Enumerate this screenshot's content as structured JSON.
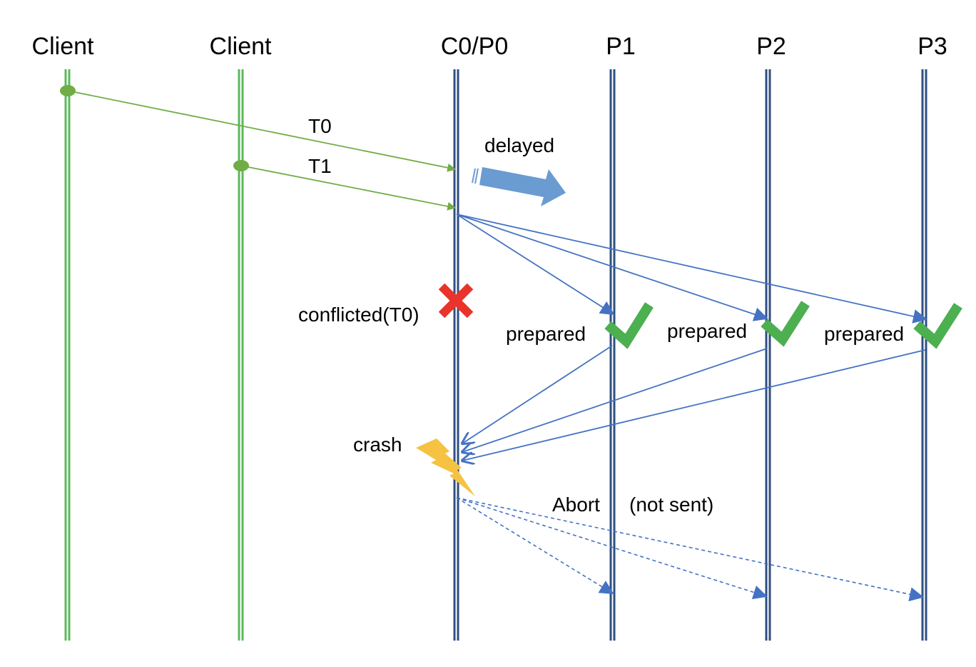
{
  "lanes": [
    {
      "label": "Client",
      "kind": "client"
    },
    {
      "label": "Client",
      "kind": "client"
    },
    {
      "label": "C0/P0",
      "kind": "participant"
    },
    {
      "label": "P1",
      "kind": "participant"
    },
    {
      "label": "P2",
      "kind": "participant"
    },
    {
      "label": "P3",
      "kind": "participant"
    }
  ],
  "labels": {
    "t0": "T0",
    "t1": "T1",
    "delayed": "delayed",
    "conflicted": "conflicted(T0)",
    "prepared_p1": "prepared",
    "prepared_p2": "prepared",
    "prepared_p3": "prepared",
    "crash": "crash",
    "abort": "Abort",
    "not_sent": "(not sent)"
  },
  "colors": {
    "client_lane": "#5cb85c",
    "participant_lane": "#2f4f80",
    "client_message": "#70ad47",
    "participant_message": "#4472c4",
    "delayed_arrow": "#6a9bd1",
    "conflict_mark": "#e8342a",
    "prepared_check": "#4caf50",
    "crash_bolt": "#f5c242"
  },
  "icons": {
    "delayed": "block-arrow-right-icon",
    "conflict": "red-x-icon",
    "prepared": "green-check-icon",
    "crash": "lightning-bolt-icon"
  }
}
